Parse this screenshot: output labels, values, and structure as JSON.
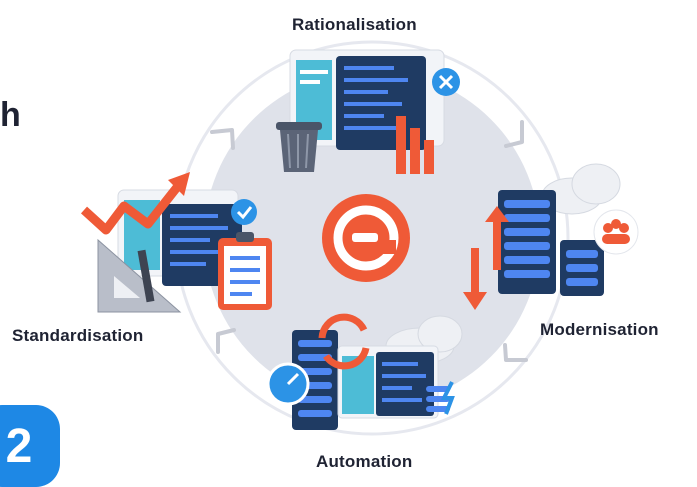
{
  "heading_fragment": "h",
  "step_number": "2",
  "stages": {
    "top": "Rationalisation",
    "right": "Modernisation",
    "bottom": "Automation",
    "left": "Standardisation"
  },
  "colors": {
    "accent_orange": "#ef5a37",
    "blue": "#1e88e5",
    "dark_panel": "#1f3b63",
    "circle_gray": "#dfe2ea"
  },
  "icons": [
    "cycle-logo-icon",
    "trash-bin-icon",
    "bar-chart-icon",
    "close-icon",
    "check-icon",
    "trend-arrow-icon",
    "ruler-icon",
    "clipboard-icon",
    "server-rack-icon",
    "cloud-icon",
    "users-icon",
    "speedometer-icon",
    "refresh-icon",
    "database-lightning-icon"
  ]
}
